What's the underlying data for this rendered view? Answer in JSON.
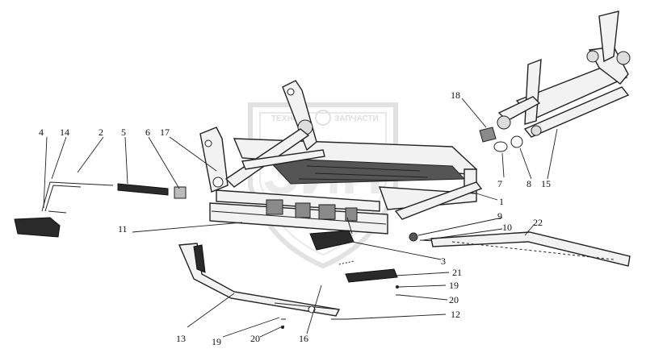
{
  "watermark": {
    "left_text": "ТЕХНО",
    "right_text": "ЗАПЧАСТИ"
  },
  "callouts": [
    "1",
    "2",
    "3",
    "4",
    "5",
    "6",
    "7",
    "8",
    "9",
    "10",
    "11",
    "12",
    "13",
    "14",
    "15",
    "16",
    "17",
    "18",
    "19",
    "19",
    "20",
    "20",
    "21",
    "22"
  ],
  "colors": {
    "ink": "#222222",
    "watermark": "#d0d0d0",
    "dark_part": "#2a2a2a"
  }
}
